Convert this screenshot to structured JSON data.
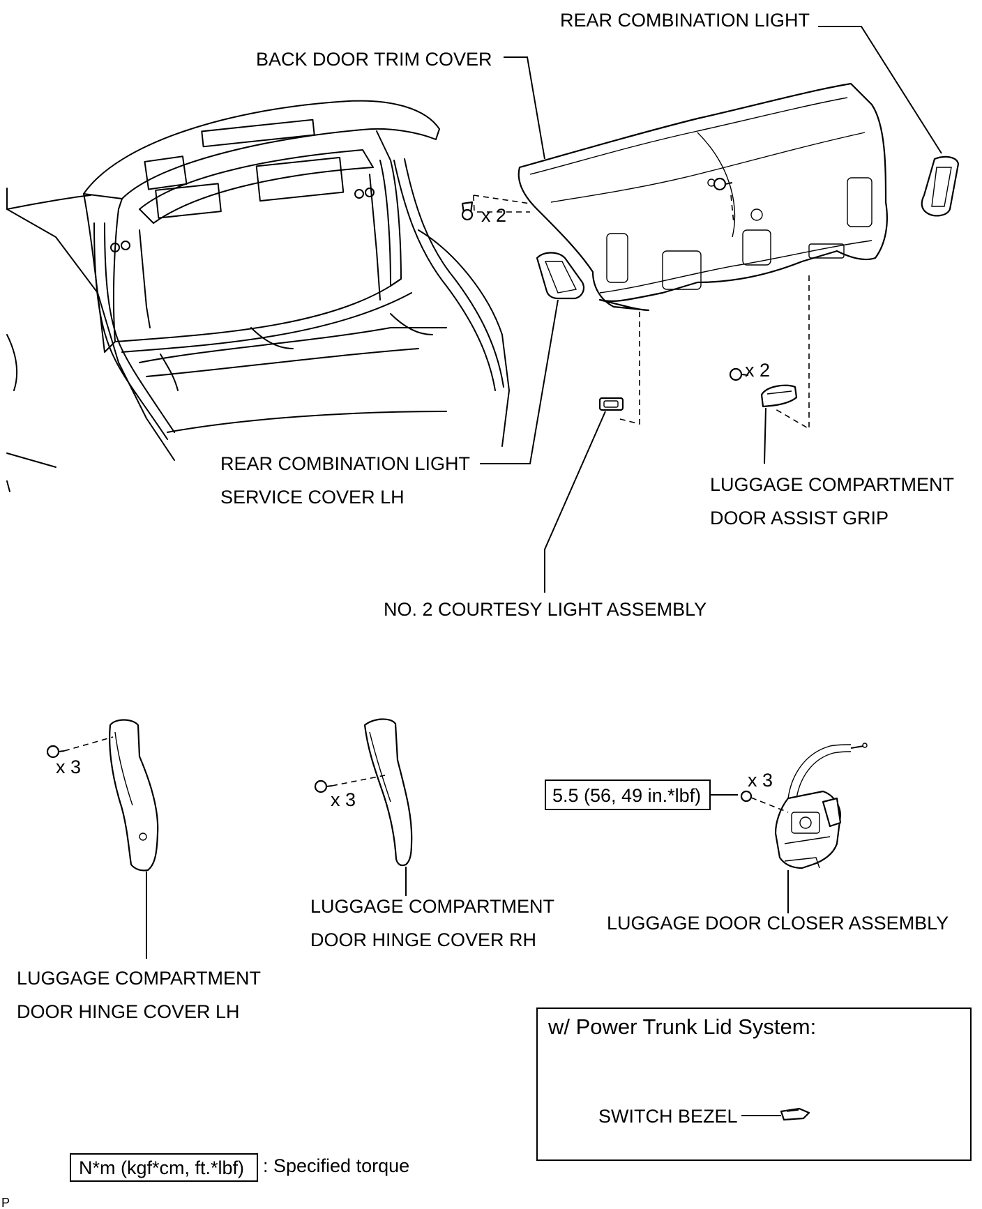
{
  "labels": {
    "rear_combination_light": "REAR COMBINATION LIGHT",
    "back_door_trim_cover": "BACK DOOR TRIM COVER",
    "rear_combination_light_service_cover_line1": "REAR COMBINATION LIGHT",
    "rear_combination_light_service_cover_line2": "SERVICE COVER LH",
    "luggage_assist_grip_line1": "LUGGAGE COMPARTMENT",
    "luggage_assist_grip_line2": "DOOR ASSIST GRIP",
    "no2_courtesy_light": "NO. 2 COURTESY LIGHT ASSEMBLY",
    "hinge_cover_rh_line1": "LUGGAGE COMPARTMENT",
    "hinge_cover_rh_line2": "DOOR HINGE COVER RH",
    "hinge_cover_lh_line1": "LUGGAGE COMPARTMENT",
    "hinge_cover_lh_line2": "DOOR HINGE COVER LH",
    "door_closer_assembly": "LUGGAGE DOOR CLOSER ASSEMBLY",
    "switch_bezel": "SWITCH BEZEL"
  },
  "quantities": {
    "trim_clip": "x 2",
    "grip_screw": "x 2",
    "hinge_lh_clip": "x 3",
    "hinge_rh_clip": "x 3",
    "closer_bolt": "x 3"
  },
  "torque": {
    "closer_bolt_value": "5.5 (56, 49 in.*lbf)"
  },
  "inset": {
    "title": "w/ Power Trunk Lid System:"
  },
  "legend": {
    "unit_box": "N*m (kgf*cm, ft.*lbf)",
    "description": ": Specified torque"
  },
  "corner_mark": "P"
}
